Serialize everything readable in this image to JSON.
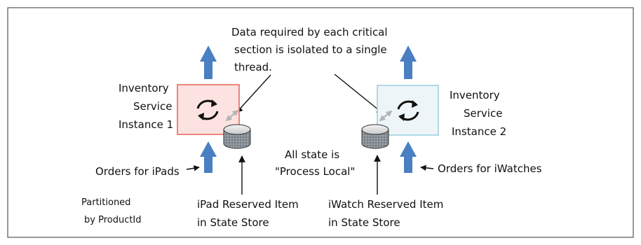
{
  "annotations": {
    "top_note": [
      "Data required by each critical",
      "section is isolated to a single",
      "thread."
    ],
    "state_note": [
      "All state is",
      "\"Process Local\""
    ],
    "partition_note": [
      "Partitioned",
      "by ProductId"
    ]
  },
  "left_instance": {
    "label": [
      "Inventory",
      "Service",
      "Instance 1"
    ],
    "input": "Orders for iPads",
    "store": [
      "iPad Reserved Item",
      "in State Store"
    ],
    "fill": "#fce3e1",
    "border": "#e86a5c"
  },
  "right_instance": {
    "label": [
      "Inventory",
      "Service",
      "Instance 2"
    ],
    "input": "Orders for iWatches",
    "store": [
      "iWatch Reserved Item",
      "in State Store"
    ],
    "fill": "#edf5f8",
    "border": "#9fd0df"
  },
  "colors": {
    "flow_arrow": "#4a7fc1",
    "border": "#333333",
    "double_arrow": "#b4b4b4"
  }
}
